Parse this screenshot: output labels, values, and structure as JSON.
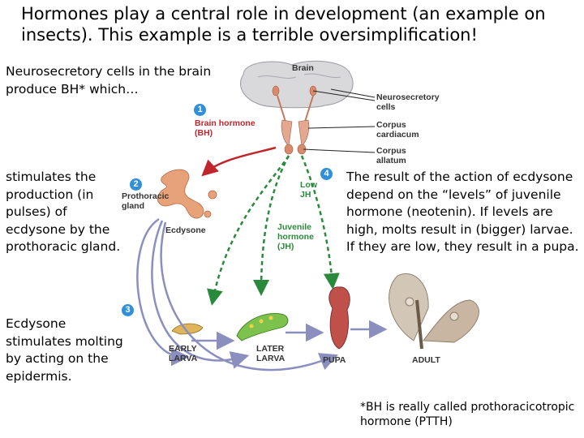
{
  "title": "Hormones play a central role in development (an example on insects). This example is a terrible oversimplification!",
  "notes": {
    "brain": "Neurosecretory cells in the brain produce BH* which…",
    "stimulates": "stimulates the production (in pulses) of ecdysone by the prothoracic gland.",
    "ecdysone": "Ecdysone stimulates molting by acting on the epidermis.",
    "result": "The result of the action of ecdysone depend on the “levels” of juvenile hormone (neotenin). If levels are high, molts result in (bigger) larvae. If they are low, they result in a pupa.",
    "footnote": "*BH is really called prothoracicotropic hormone (PTTH)"
  },
  "figure": {
    "brain": "Brain",
    "neurosecretory": "Neurosecretory cells",
    "corpus_cardiacum": "Corpus cardiacum",
    "corpus_allatum": "Corpus allatum",
    "step1": "1",
    "brain_hormone": "Brain hormone (BH)",
    "step2": "2",
    "prothoracic_gland": "Prothoracic gland",
    "ecdysone": "Ecdysone",
    "step3": "3",
    "step4": "4",
    "low_jh": "Low JH",
    "juvenile_hormone": "Juvenile hormone (JH)",
    "early_larva": "EARLY LARVA",
    "later_larva": "LATER LARVA",
    "pupa": "PUPA",
    "adult": "ADULT"
  },
  "colors": {
    "bh_arrow": "#c0262c",
    "jh_arrow": "#2a8a3c",
    "ecdysone_arrow": "#8a8fc0",
    "step_badge": "#2f8fd8"
  }
}
